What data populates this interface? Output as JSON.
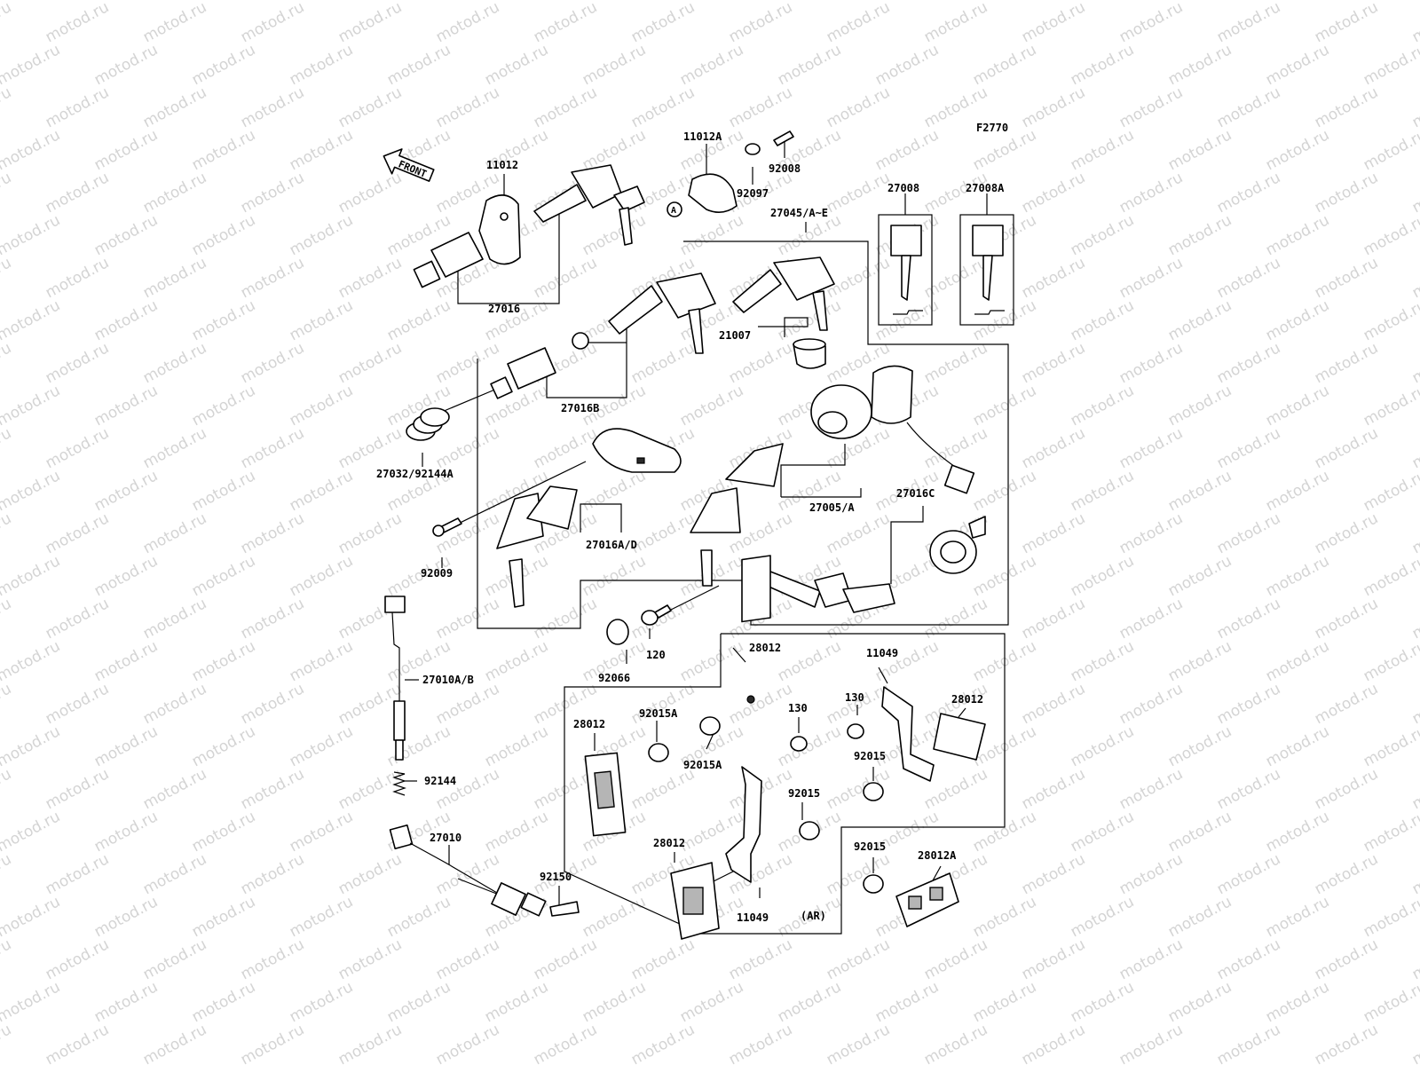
{
  "figure_code": "F2770",
  "front_label": "FRONT",
  "ref_circle": "A",
  "aside_label": "(AR)",
  "watermark": "motod.ru",
  "parts": [
    {
      "id": "p11012",
      "label": "11012"
    },
    {
      "id": "p11012A",
      "label": "11012A"
    },
    {
      "id": "p92008",
      "label": "92008"
    },
    {
      "id": "p92097",
      "label": "92097"
    },
    {
      "id": "p27045",
      "label": "27045/A~E"
    },
    {
      "id": "p27008",
      "label": "27008"
    },
    {
      "id": "p27008A",
      "label": "27008A"
    },
    {
      "id": "p27016",
      "label": "27016"
    },
    {
      "id": "p21007",
      "label": "21007"
    },
    {
      "id": "p27016B",
      "label": "27016B"
    },
    {
      "id": "p27032",
      "label": "27032/92144A"
    },
    {
      "id": "p27005",
      "label": "27005/A"
    },
    {
      "id": "p27016C",
      "label": "27016C"
    },
    {
      "id": "p27016AD",
      "label": "27016A/D"
    },
    {
      "id": "p92009",
      "label": "92009"
    },
    {
      "id": "p120",
      "label": "120"
    },
    {
      "id": "p92066",
      "label": "92066"
    },
    {
      "id": "p27010AB",
      "label": "27010A/B"
    },
    {
      "id": "p28012a",
      "label": "28012"
    },
    {
      "id": "p11049a",
      "label": "11049"
    },
    {
      "id": "p92015Aa",
      "label": "92015A"
    },
    {
      "id": "p130a",
      "label": "130"
    },
    {
      "id": "p130b",
      "label": "130"
    },
    {
      "id": "p28012b",
      "label": "28012"
    },
    {
      "id": "p28012c",
      "label": "28012"
    },
    {
      "id": "p92015Ab",
      "label": "92015A"
    },
    {
      "id": "p92015a",
      "label": "92015"
    },
    {
      "id": "p92144",
      "label": "92144"
    },
    {
      "id": "p92015b",
      "label": "92015"
    },
    {
      "id": "p27010",
      "label": "27010"
    },
    {
      "id": "p28012d",
      "label": "28012"
    },
    {
      "id": "p92015c",
      "label": "92015"
    },
    {
      "id": "p28012A",
      "label": "28012A"
    },
    {
      "id": "p92150",
      "label": "92150"
    },
    {
      "id": "p11049b",
      "label": "11049"
    }
  ]
}
